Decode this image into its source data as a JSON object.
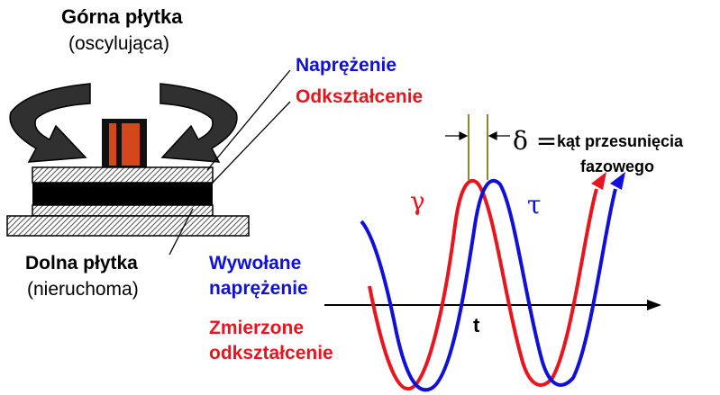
{
  "apparatus": {
    "top_plate_title": "Górna płytka",
    "top_plate_subtitle": "(oscylująca)",
    "bottom_plate_title": "Dolna płytka",
    "bottom_plate_subtitle": "(nieruchoma)"
  },
  "legend": {
    "stress_label": "Naprężenie",
    "strain_label": "Odkształcenie"
  },
  "graph": {
    "delta_symbol": "δ =",
    "delta_description_line1": "kąt przesunięcia",
    "delta_description_line2": "fazowego",
    "strain_symbol": "γ",
    "stress_symbol": "τ",
    "time_axis_label": "t",
    "applied_stress_line1": "Wywołane",
    "applied_stress_line2": "naprężenie",
    "measured_strain_line1": "Zmierzone",
    "measured_strain_line2": "odkształcenie"
  },
  "colors": {
    "stress": "#1010d8",
    "strain": "#e8141e",
    "plate_dark": "#000000",
    "sample_orange": "#d6461c",
    "guide_line": "#8a8a2a"
  }
}
